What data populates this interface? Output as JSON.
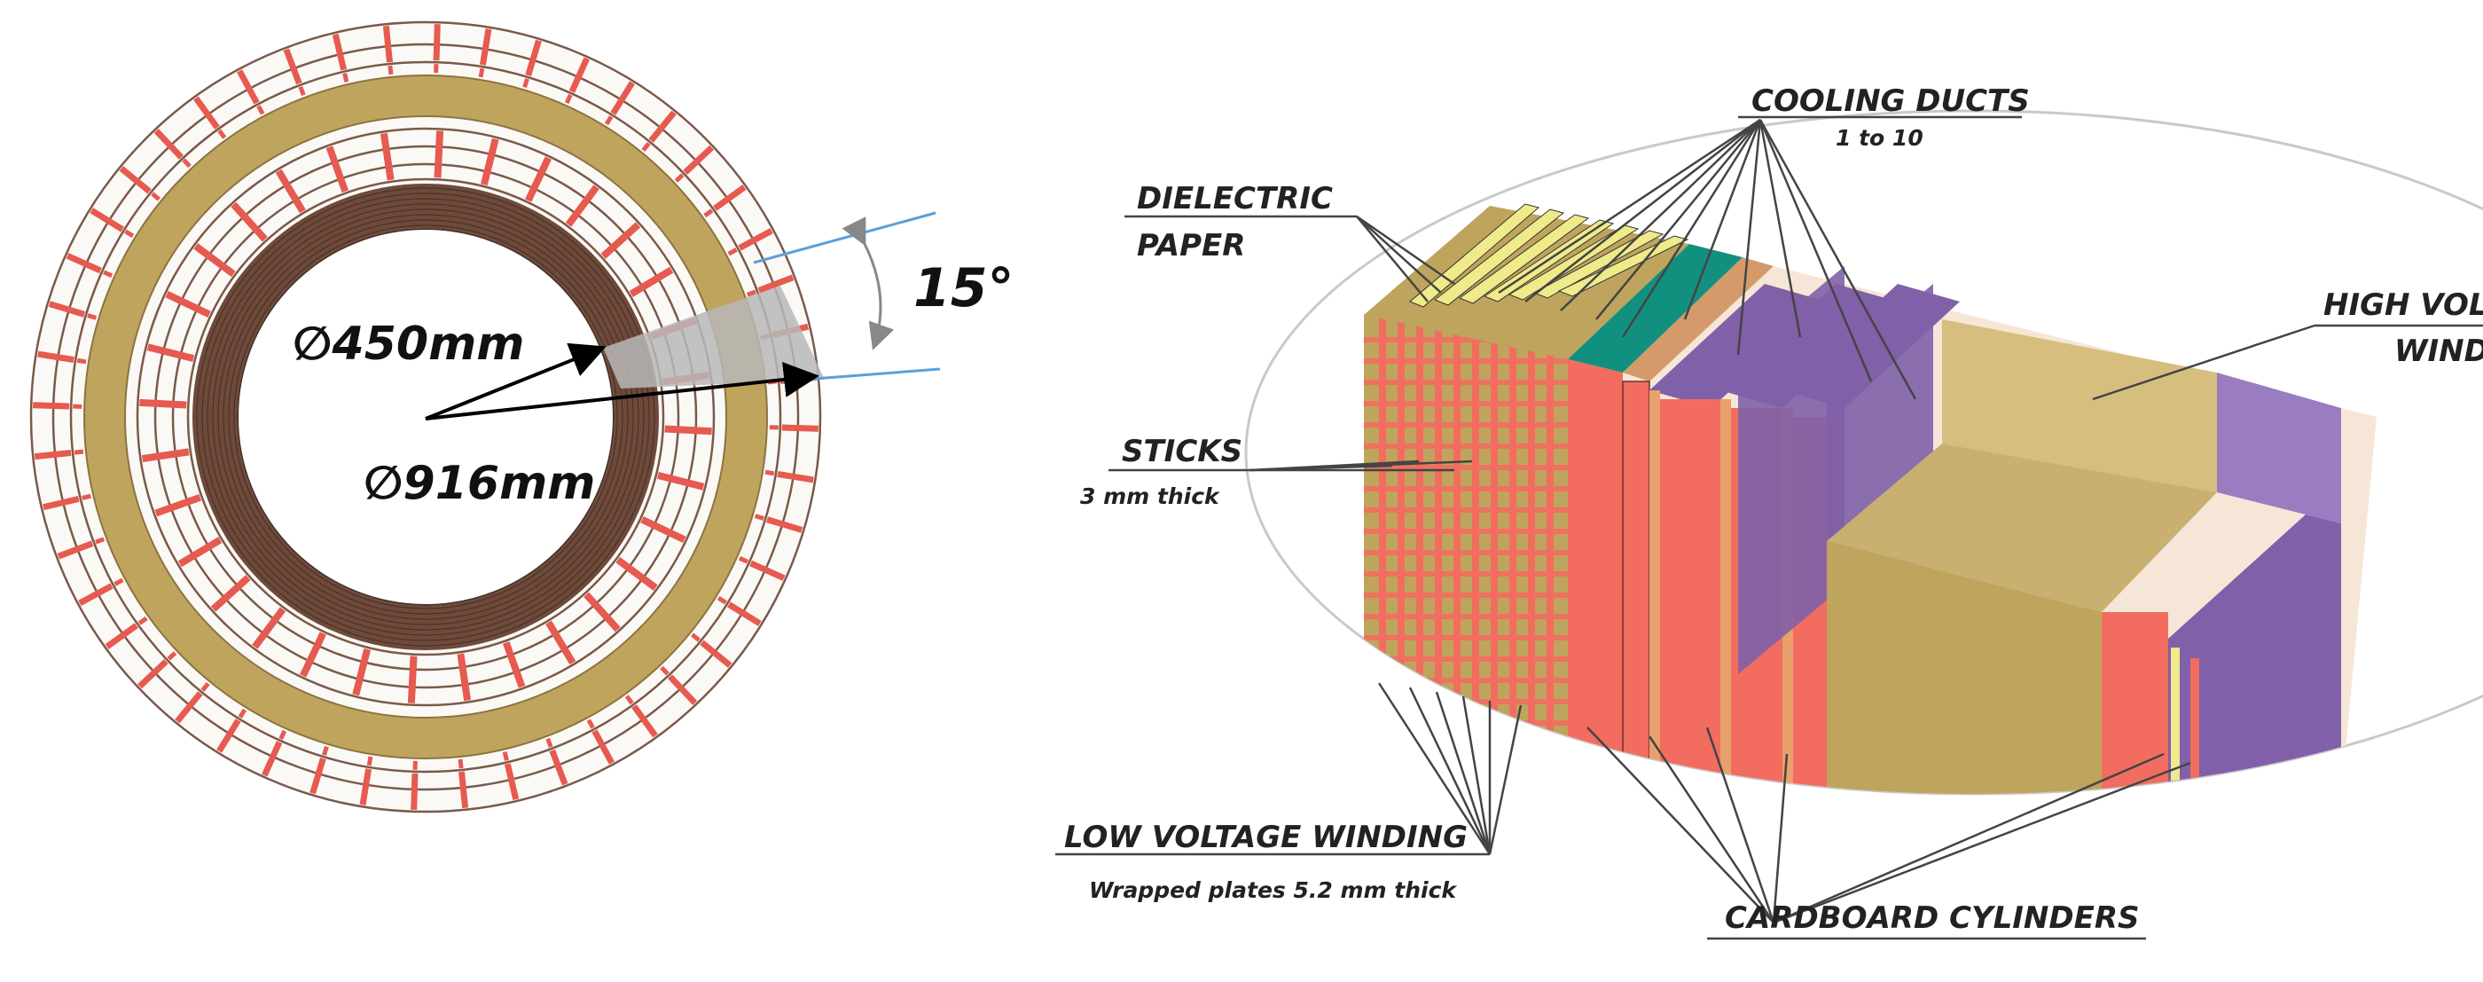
{
  "colors": {
    "frame_gold": "#BFA45E",
    "stick_red": "#E65A50",
    "winding_dark": "#6E4A3A",
    "cyl_red": "#F26D5F",
    "duct_purple": "#8060A8",
    "paper_yellow": "#EFEA8A",
    "teal": "#12907F",
    "angle_blue": "#5AA0D8",
    "wedge_gray": "#B9B9B9"
  },
  "icons": {
    "left": "winding-cross-section-icon",
    "right": "winding-3d-section-icon"
  },
  "left": {
    "inner_diameter": "∅450mm",
    "outer_diameter": "∅916mm",
    "angle": "15°"
  },
  "right": {
    "cooling_ducts": "COOLING DUCTS",
    "cooling_ducts_sub": "1 to 10",
    "dielectric_line1": "DIELECTRIC",
    "dielectric_line2": "PAPER",
    "high_voltage_line1": "HIGH VOLTAGE",
    "high_voltage_line2": "WINDING",
    "sticks": "STICKS",
    "sticks_sub": "3 mm thick",
    "low_voltage": "LOW VOLTAGE WINDING",
    "low_voltage_sub": "Wrapped plates 5.2 mm thick",
    "cardboard": "CARDBOARD CYLINDERS"
  }
}
